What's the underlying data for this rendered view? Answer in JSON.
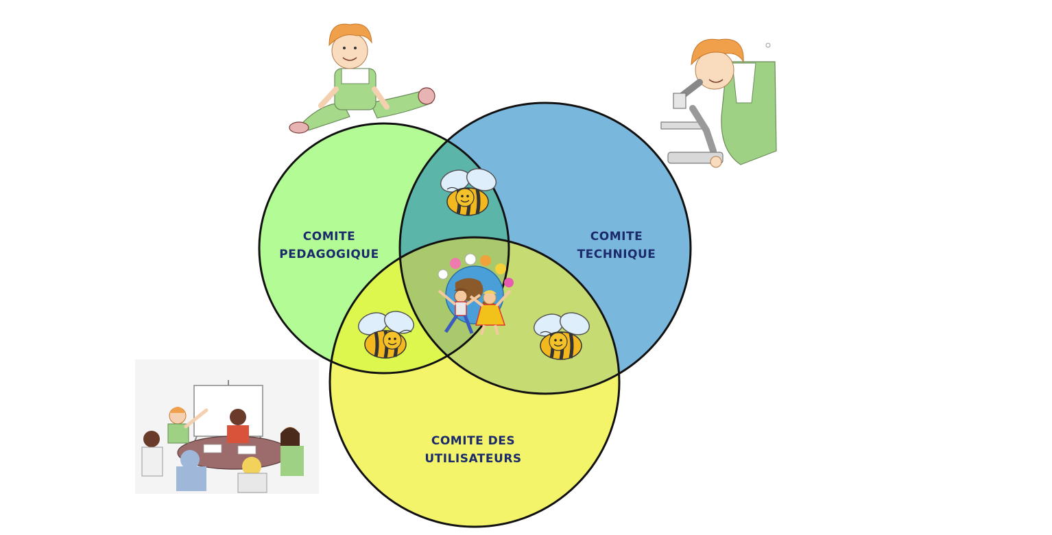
{
  "diagram": {
    "circles": [
      {
        "id": "pedagogique",
        "line1": "COMITE",
        "line2": "PEDAGOGIQUE",
        "color": "#b3fb95"
      },
      {
        "id": "technique",
        "line1": "COMITE",
        "line2": "TECHNIQUE",
        "color": "#7ab7dc"
      },
      {
        "id": "utilisateurs",
        "line1": "COMITE DES",
        "line2": "UTILISATEURS",
        "color": "#f4f46a"
      }
    ],
    "overlap_colors": {
      "green_blue": "#5bb5a8",
      "green_yellow": "#ddf74f",
      "blue_yellow": "#c6dc73",
      "center": "#a9c96c"
    },
    "outline_color": "#111111",
    "label_color": "#1b2a6b",
    "icons": [
      "child-sitting-illustration",
      "child-microscope-illustration",
      "meeting-table-illustration",
      "bee-icon",
      "children-globe-icon"
    ]
  }
}
